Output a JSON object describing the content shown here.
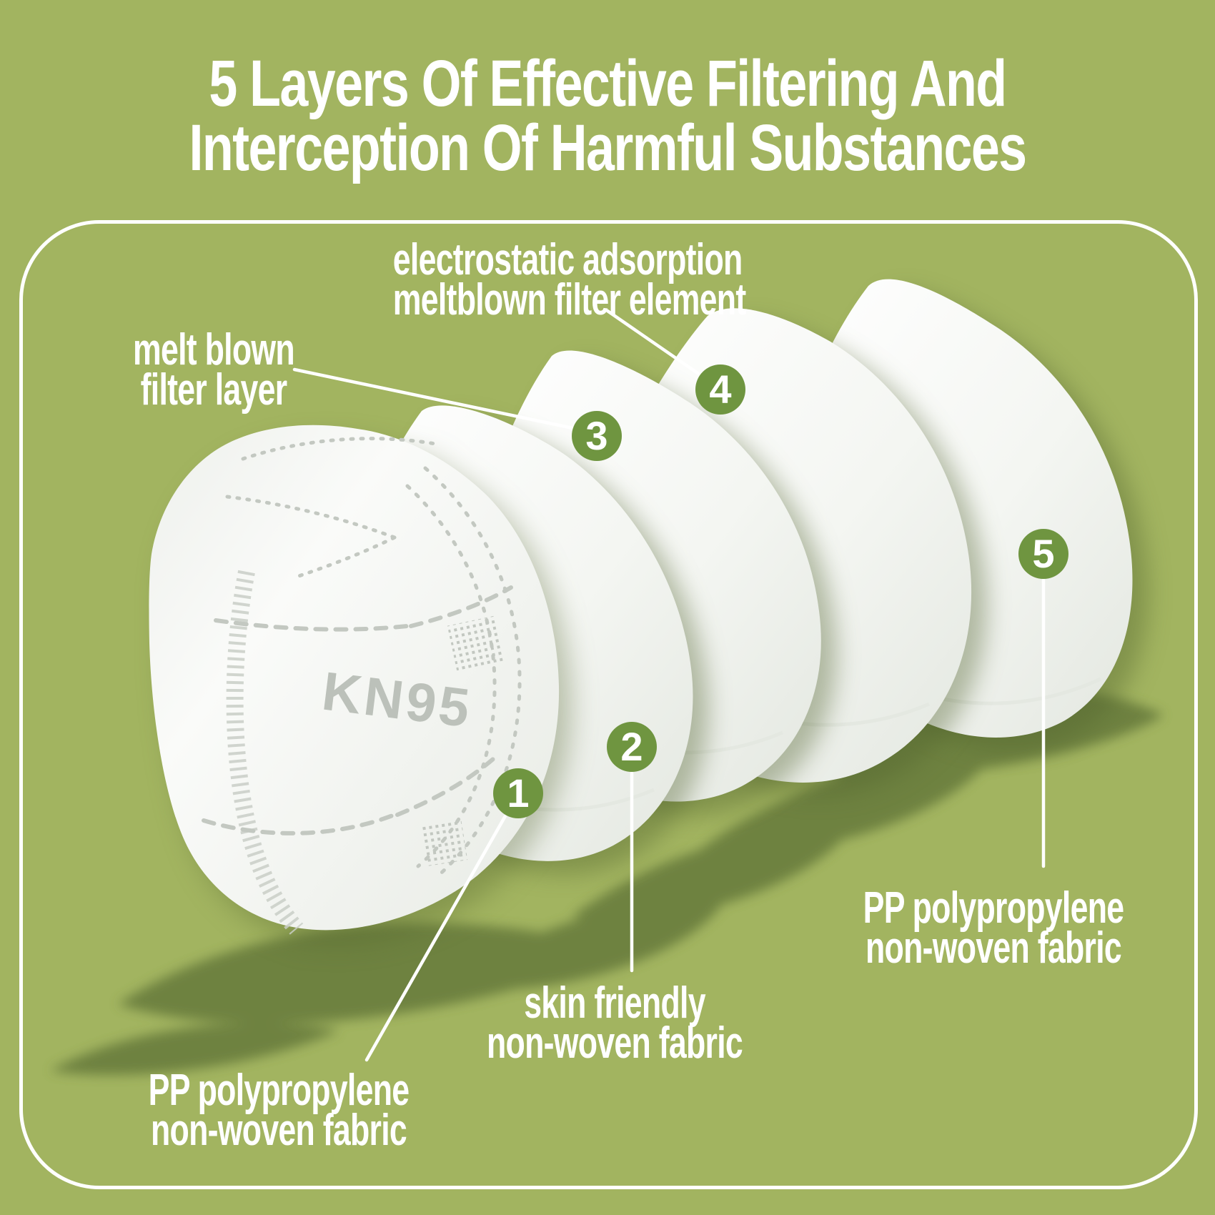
{
  "title": {
    "line1": "5 Layers Of Effective Filtering And",
    "line2": "Interception Of Harmful Substances"
  },
  "mask_brand": "KN95",
  "colors": {
    "background": "#a2b460",
    "badge_green": "#6f9540",
    "shadow_green": "#697d3c",
    "frame_and_text": "#ffffff",
    "mask_white": "#f6f7f4"
  },
  "callouts": [
    {
      "num": "1",
      "label": [
        "PP polypropylene",
        "non-woven fabric"
      ]
    },
    {
      "num": "2",
      "label": [
        "skin friendly",
        "non-woven fabric"
      ]
    },
    {
      "num": "3",
      "label": [
        "melt blown",
        "filter layer"
      ]
    },
    {
      "num": "4",
      "label": [
        "electrostatic adsorption",
        "meltblown filter element"
      ]
    },
    {
      "num": "5",
      "label": [
        "PP polypropylene",
        "non-woven fabric"
      ]
    }
  ]
}
